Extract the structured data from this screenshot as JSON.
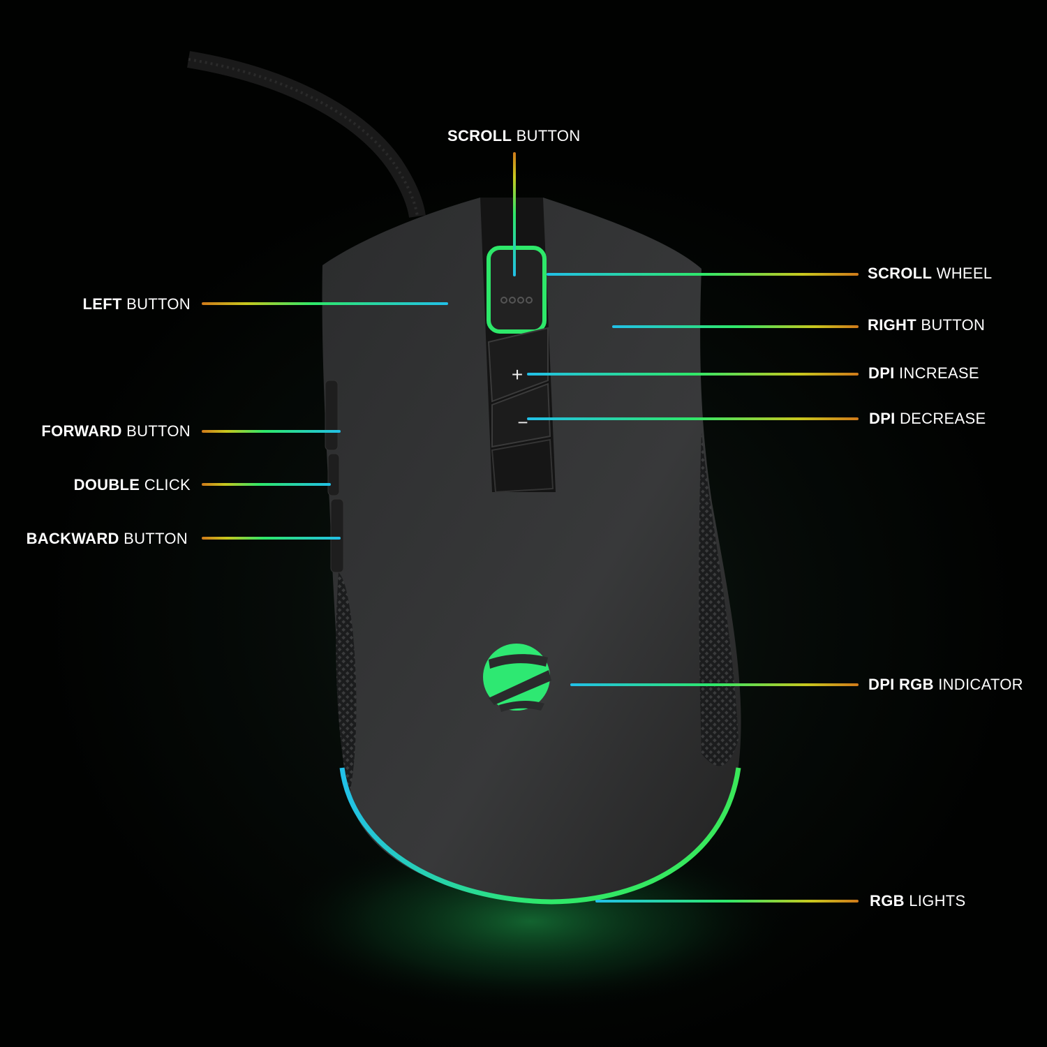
{
  "callouts": {
    "scroll_button": {
      "bold": "SCROLL",
      "rest": " BUTTON"
    },
    "scroll_wheel": {
      "bold": "SCROLL",
      "rest": " WHEEL"
    },
    "left_button": {
      "bold": "LEFT",
      "rest": " BUTTON"
    },
    "right_button": {
      "bold": "RIGHT",
      "rest": " BUTTON"
    },
    "dpi_increase": {
      "bold": "DPI",
      "rest": " INCREASE"
    },
    "dpi_decrease": {
      "bold": "DPI",
      "rest": " DECREASE"
    },
    "forward_button": {
      "bold": "FORWARD",
      "rest": " BUTTON"
    },
    "double_click": {
      "bold": "DOUBLE",
      "rest": " CLICK"
    },
    "backward_button": {
      "bold": "BACKWARD",
      "rest": " BUTTON"
    },
    "dpi_rgb_indicator": {
      "bold": "DPI RGB",
      "rest": " INDICATOR"
    },
    "rgb_lights": {
      "bold": "RGB",
      "rest": " LIGHTS"
    }
  },
  "mouse": {
    "dpi_plus": "+",
    "dpi_minus": "−"
  },
  "colors": {
    "glow_green": "#2ee86a",
    "glow_cyan": "#22c0e8",
    "accent_orange": "#d07a1a",
    "body": "#2a2b2c"
  }
}
